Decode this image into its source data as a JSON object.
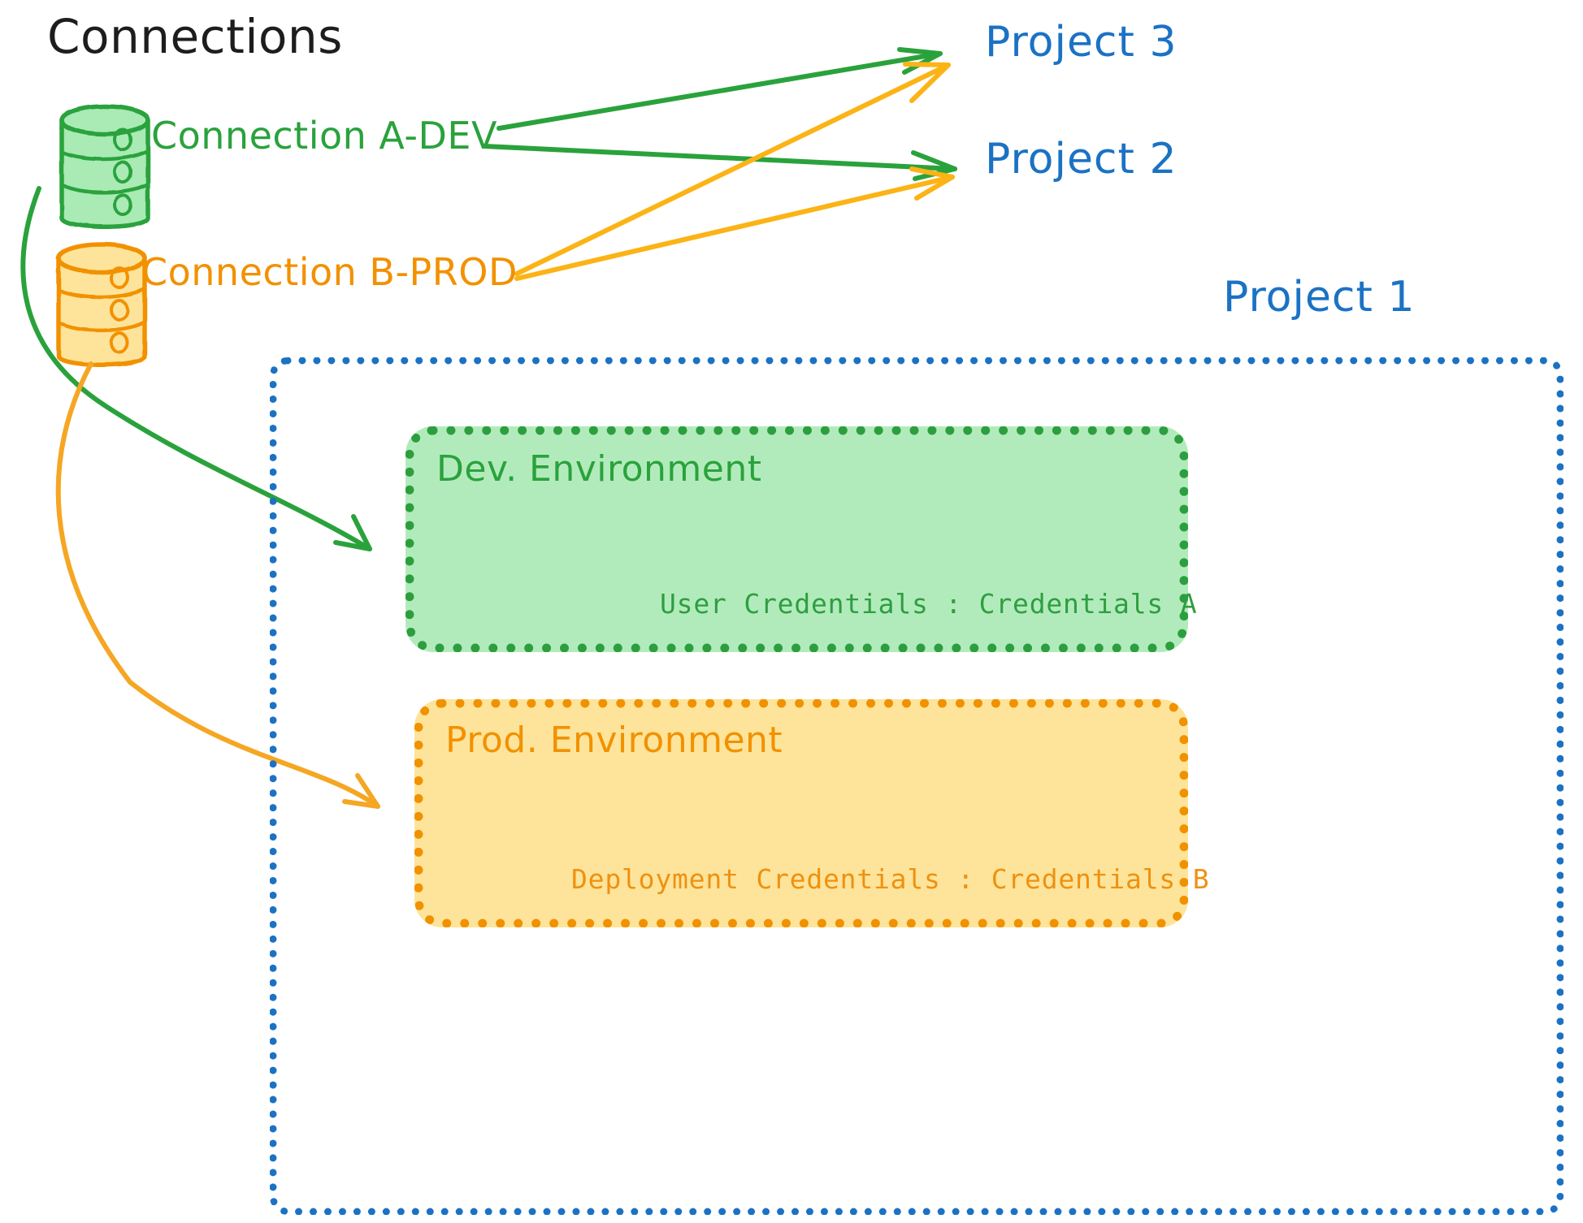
{
  "diagram": {
    "title": "Connections",
    "type": "architecture-diagram"
  },
  "connections": [
    {
      "id": "connection-a-dev",
      "label": "Connection A-DEV",
      "color": "#2aa23c",
      "icon": "database-cylinder-icon",
      "targets": [
        "Project 3",
        "Project 2",
        "Dev. Environment"
      ]
    },
    {
      "id": "connection-b-prod",
      "label": "Connection B-PROD",
      "color": "#f29100",
      "icon": "database-cylinder-icon",
      "targets": [
        "Project 3",
        "Project 2",
        "Prod. Environment"
      ]
    }
  ],
  "projects": [
    {
      "id": "project-3",
      "label": "Project 3",
      "color": "#1b72c4"
    },
    {
      "id": "project-2",
      "label": "Project 2",
      "color": "#1b72c4"
    },
    {
      "id": "project-1",
      "label": "Project 1",
      "color": "#1b72c4"
    }
  ],
  "project_box": {
    "label": "Project 1",
    "border_color": "#1b72c4",
    "border_style": "dotted"
  },
  "environments": [
    {
      "id": "dev-environment",
      "title": "Dev. Environment",
      "credentials_key": "User Credentials",
      "credentials_separator": ":",
      "credentials_value": "Credentials A",
      "credentials_line": "User Credentials : Credentials A",
      "border_color": "#2d9e3f",
      "fill_color": "#b2ebbb",
      "text_color": "#2aa23c"
    },
    {
      "id": "prod-environment",
      "title": "Prod. Environment",
      "credentials_key": "Deployment Credentials",
      "credentials_separator": ":",
      "credentials_value": "Credentials B",
      "credentials_line": "Deployment Credentials : Credentials B",
      "border_color": "#f09200",
      "fill_color": "#fde49a",
      "text_color": "#f29100"
    }
  ],
  "colors": {
    "green": "#2aa23c",
    "green_fill": "#b2ebbb",
    "orange": "#f29100",
    "orange_fill": "#fde49a",
    "blue": "#1b72c4",
    "black": "#1d1d1d"
  }
}
